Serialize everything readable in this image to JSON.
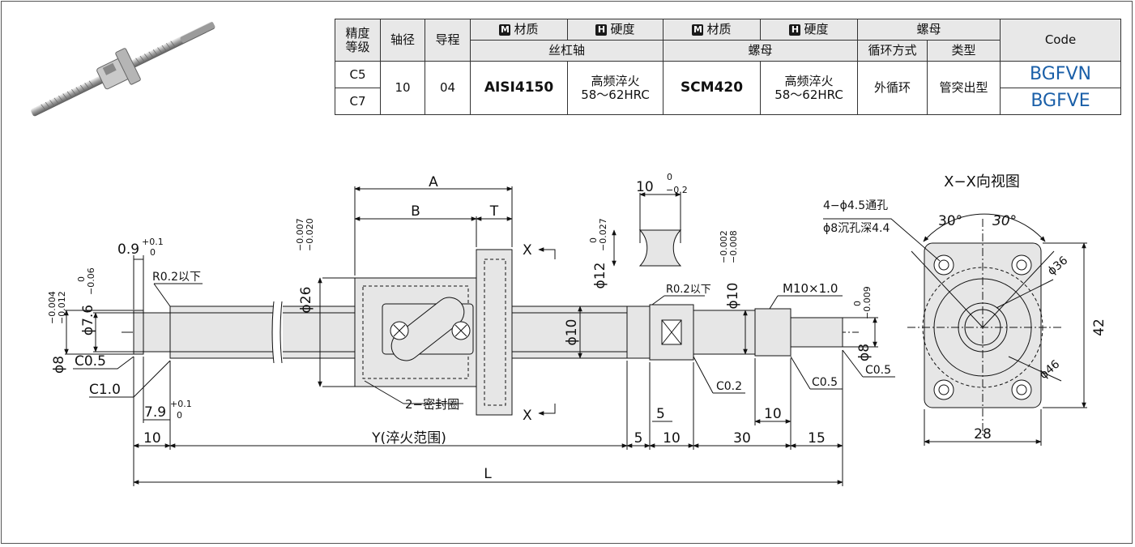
{
  "table": {
    "h_precision": "精度\n等级",
    "h_shaft_dia": "轴径",
    "h_lead": "导程",
    "h_material": "材质",
    "h_hardness": "硬度",
    "h_nut": "螺母",
    "h_screw_shaft": "丝杠轴",
    "h_nut2": "螺母",
    "h_circulation": "循环方式",
    "h_type": "类型",
    "h_code": "Code",
    "badge_m": "M",
    "badge_h": "H",
    "c5": "C5",
    "c7": "C7",
    "dia": "10",
    "lead": "04",
    "shaft_material": "AISI4150",
    "shaft_hardness_1": "高频淬火",
    "shaft_hardness_2": "58～62HRC",
    "nut_material": "SCM420",
    "nut_hardness_1": "高频淬火",
    "nut_hardness_2": "58～62HRC",
    "circulation": "外循环",
    "type": "管突出型",
    "code1": "BGFVN",
    "code2": "BGFVE"
  },
  "drawing": {
    "A": "A",
    "B": "B",
    "T": "T",
    "X": "X",
    "d26": "ϕ26",
    "d26_tol_top": "−0.007",
    "d26_tol_bot": "−0.020",
    "d09": "0.9",
    "d09_tol_top": "+0.1",
    "d09_tol_bot": "0",
    "r02": "R0.2以下",
    "d8": "ϕ8",
    "d8_tol_top": "−0.004",
    "d8_tol_bot": "−0.012",
    "d76": "ϕ7.6",
    "d76_tol_top": "0",
    "d76_tol_bot": "−0.06",
    "c05": "C0.5",
    "c10": "C1.0",
    "d79": "7.9",
    "d79_tol_top": "+0.1",
    "d79_tol_bot": "0",
    "seal": "2−密封圈",
    "flat": "10",
    "flat_tol_top": "0",
    "flat_tol_bot": "−0.2",
    "d12": "ϕ12",
    "d12_tol_top": "0",
    "d12_tol_bot": "−0.027",
    "d10_blue": "ϕ10",
    "r02b": "R0.2以下",
    "d10": "ϕ10",
    "d10_tol_top": "−0.002",
    "d10_tol_bot": "−0.008",
    "m10": "M10×1.0",
    "d8r": "ϕ8",
    "d8r_tol_top": "0",
    "d8r_tol_bot": "−0.009",
    "c02": "C0.2",
    "c05b": "C0.5",
    "c05c": "C0.5",
    "dim5a": "5",
    "dim10a": "10",
    "dim10": "10",
    "dimY": "Y(淬火范围)",
    "dim5": "5",
    "dim10b": "10",
    "dim30": "30",
    "dim15": "15",
    "L": "L"
  },
  "view": {
    "title": "X−X向视图",
    "hole_1": "4−ϕ4.5通孔",
    "hole_2": "ϕ8沉孔深4.4",
    "a30": "30°",
    "a30b": "30°",
    "d36": "ϕ36",
    "d46": "ϕ46",
    "h42": "42",
    "w28": "28"
  },
  "colors": {
    "accent_blue": "#1a5fa8",
    "part_fill": "#e6e6e6",
    "header_fill": "#e8e8e8"
  },
  "icons": {
    "product_photo": "ball-screw-photo",
    "material_badge": "m-badge-icon",
    "hardness_badge": "h-badge-icon"
  }
}
